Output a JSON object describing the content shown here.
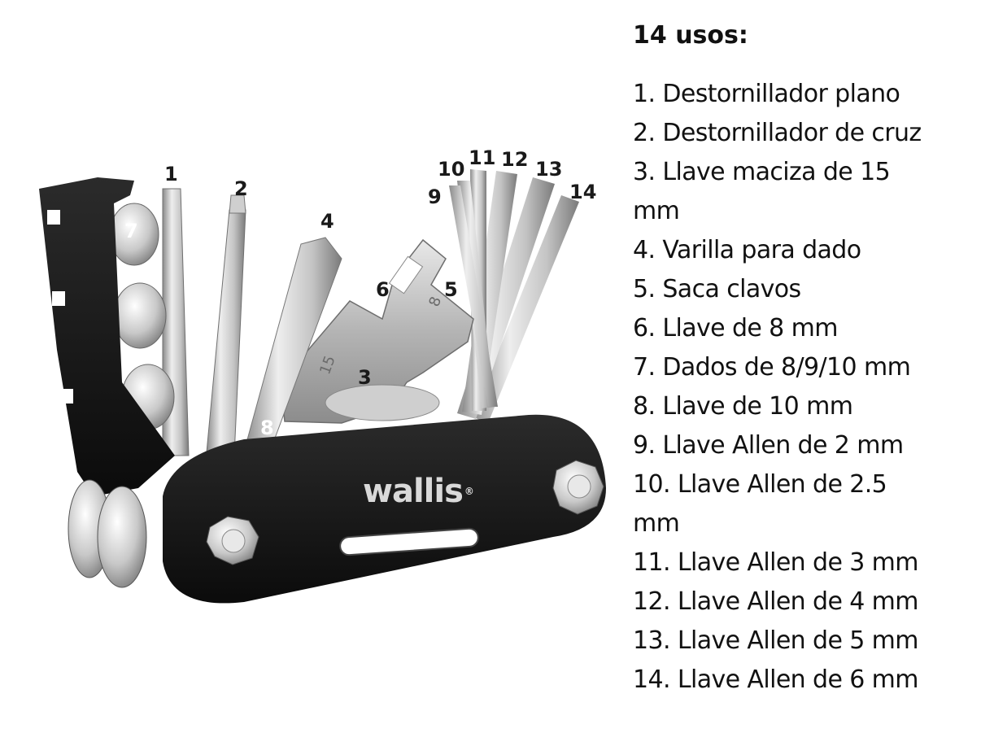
{
  "panel": {
    "title": "14 usos:",
    "items": [
      "1. Destornillador plano",
      "2. Destornillador de cruz",
      "3. Llave maciza de 15",
      "mm",
      "4. Varilla para dado",
      "5. Saca clavos",
      "6. Llave de 8 mm",
      "7. Dados de 8/9/10 mm",
      "8. Llave de 10 mm",
      "9. Llave Allen de 2 mm",
      "10. Llave Allen de 2.5",
      "mm",
      "11. Llave Allen de 3 mm",
      "12. Llave Allen de 4 mm",
      "13. Llave Allen de 5 mm",
      "14. Llave Allen de 6 mm"
    ]
  },
  "tool": {
    "brand": "wallis",
    "brand_mark": "®",
    "stamp_15": "15",
    "stamp_8": "8",
    "callouts": {
      "c1": "1",
      "c2": "2",
      "c3": "3",
      "c4": "4",
      "c5": "5",
      "c6": "6",
      "c7": "7",
      "c8": "8",
      "c9": "9",
      "c10": "10",
      "c11": "11",
      "c12": "12",
      "c13": "13",
      "c14": "14"
    }
  },
  "colors": {
    "handle": "#141414",
    "steel_light": "#e4e4e4",
    "steel_mid": "#b9b9b9",
    "steel_dark": "#7d7d7d",
    "text": "#111111"
  }
}
